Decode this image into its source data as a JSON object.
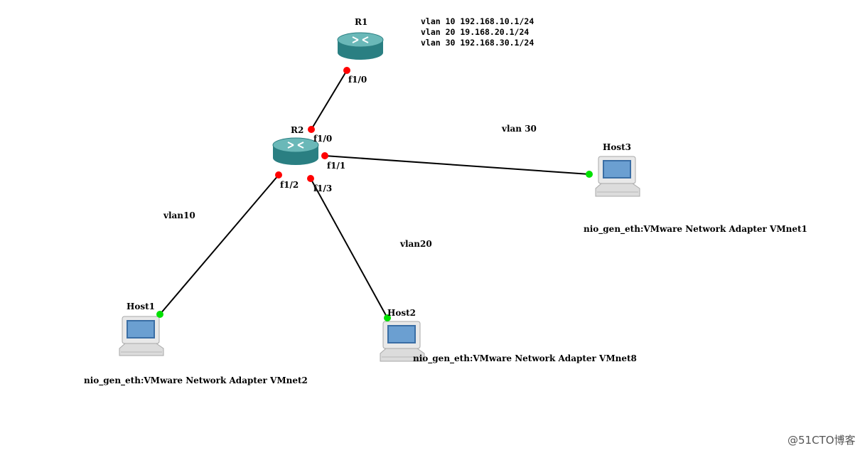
{
  "colors": {
    "link": "#000000",
    "port_down": "#ff0000",
    "port_up": "#00e000",
    "router_body": "#2f8a8c",
    "router_top": "#5fb3b3"
  },
  "routers": {
    "r1": {
      "name": "R1",
      "icon": "router-icon"
    },
    "r2": {
      "name": "R2",
      "icon": "router-icon"
    }
  },
  "hosts": {
    "host1": {
      "name": "Host1",
      "icon": "computer-icon",
      "nio": "nio_gen_eth:VMware Network Adapter VMnet2"
    },
    "host2": {
      "name": "Host2",
      "icon": "computer-icon",
      "nio": "nio_gen_eth:VMware Network Adapter VMnet8"
    },
    "host3": {
      "name": "Host3",
      "icon": "computer-icon",
      "nio": "nio_gen_eth:VMware Network Adapter VMnet1"
    }
  },
  "ports": {
    "r1_f10": "f1/0",
    "r2_f10": "f1/0",
    "r2_f11": "f1/1",
    "r2_f12": "f1/2",
    "r2_f13": "f1/3"
  },
  "vlan_labels": {
    "vlan10": "vlan10",
    "vlan20": "vlan20",
    "vlan30": "vlan 30"
  },
  "r1_config": [
    "vlan 10 192.168.10.1/24",
    "vlan 20 19.168.20.1/24",
    "vlan 30 192.168.30.1/24"
  ],
  "watermark": "@51CTO博客"
}
